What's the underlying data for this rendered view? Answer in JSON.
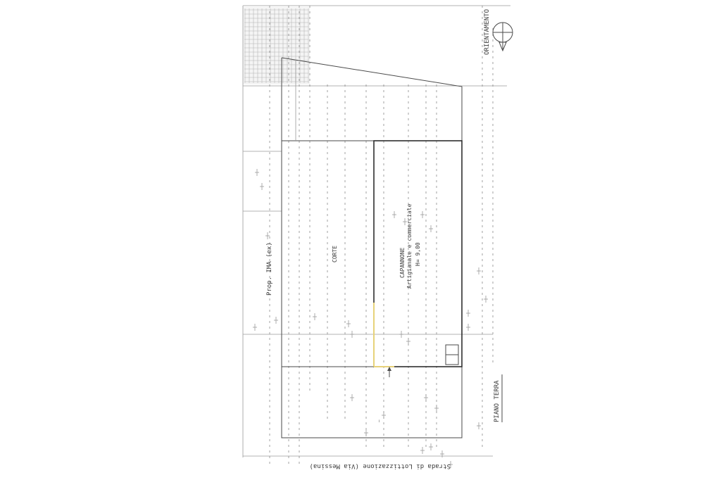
{
  "labels": {
    "neighbor_property": "Prop. IMA (ex)",
    "courtyard": "CORTE",
    "building_line1": "CAPANNONE",
    "building_line2": "Artigianale e commerciale",
    "building_line3": "H= 9,00",
    "street": "Strada di Lottizzazione (Via Messina)",
    "floor_title": "PIANO TERRA",
    "orientation": "ORIENTAMENTO"
  },
  "colors": {
    "line": "#4a4a4a",
    "accent_yellow": "#e7d27a"
  }
}
